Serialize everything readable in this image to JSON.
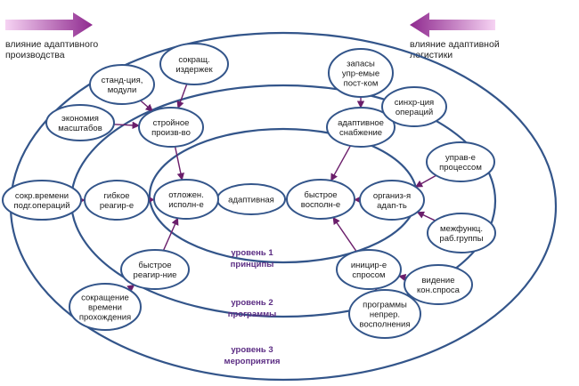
{
  "header": {
    "left_label": [
      "влияние адаптивного",
      "производства"
    ],
    "right_label": [
      "влияние адаптивной",
      "логистики"
    ]
  },
  "levels": [
    {
      "id": "level1",
      "lines": [
        "уровень 1",
        "принципы"
      ]
    },
    {
      "id": "level2",
      "lines": [
        "уровень 2",
        "программы"
      ]
    },
    {
      "id": "level3",
      "lines": [
        "уровень 3",
        "мероприятия"
      ]
    }
  ],
  "nodes": [
    {
      "id": "adaptive",
      "lines": [
        "адаптивная"
      ]
    },
    {
      "id": "delayed-execution",
      "lines": [
        "отложен.",
        "исполн-е"
      ]
    },
    {
      "id": "fast-fulfillment",
      "lines": [
        "быстрое",
        "восполн-е"
      ]
    },
    {
      "id": "lean-production",
      "lines": [
        "стройное",
        "произв-во"
      ]
    },
    {
      "id": "flexible-response",
      "lines": [
        "гибкое",
        "реагир-е"
      ]
    },
    {
      "id": "fast-response",
      "lines": [
        "быстрое",
        "реагир-ние"
      ]
    },
    {
      "id": "adaptive-supply",
      "lines": [
        "адаптивное",
        "снабжение"
      ]
    },
    {
      "id": "organization-adaptation",
      "lines": [
        "организ-я",
        "адап-ть"
      ]
    },
    {
      "id": "demand-initiation",
      "lines": [
        "иницир-е",
        "спросом"
      ]
    },
    {
      "id": "standardization-modules",
      "lines": [
        "станд-ция,",
        "модули"
      ]
    },
    {
      "id": "cost-reduction",
      "lines": [
        "сокращ.",
        "издержек"
      ]
    },
    {
      "id": "economies-of-scale",
      "lines": [
        "экономия",
        "масштабов"
      ]
    },
    {
      "id": "setup-time-reduction",
      "lines": [
        "сокр.времени",
        "подг.операций"
      ]
    },
    {
      "id": "lead-time-reduction",
      "lines": [
        "сокращение",
        "времени",
        "прохождения"
      ]
    },
    {
      "id": "managed-inventory",
      "lines": [
        "запасы",
        "упр-емые",
        "пост-ком"
      ]
    },
    {
      "id": "operations-sync",
      "lines": [
        "синхр-ция",
        "операций"
      ]
    },
    {
      "id": "process-management",
      "lines": [
        "управ-е",
        "процессом"
      ]
    },
    {
      "id": "cross-functional-teams",
      "lines": [
        "межфункц.",
        "раб.группы"
      ]
    },
    {
      "id": "demand-visibility",
      "lines": [
        "видение",
        "кон.спроса"
      ]
    },
    {
      "id": "continuous-replenishment",
      "lines": [
        "программы",
        "непрер.",
        "восполнения"
      ]
    }
  ]
}
